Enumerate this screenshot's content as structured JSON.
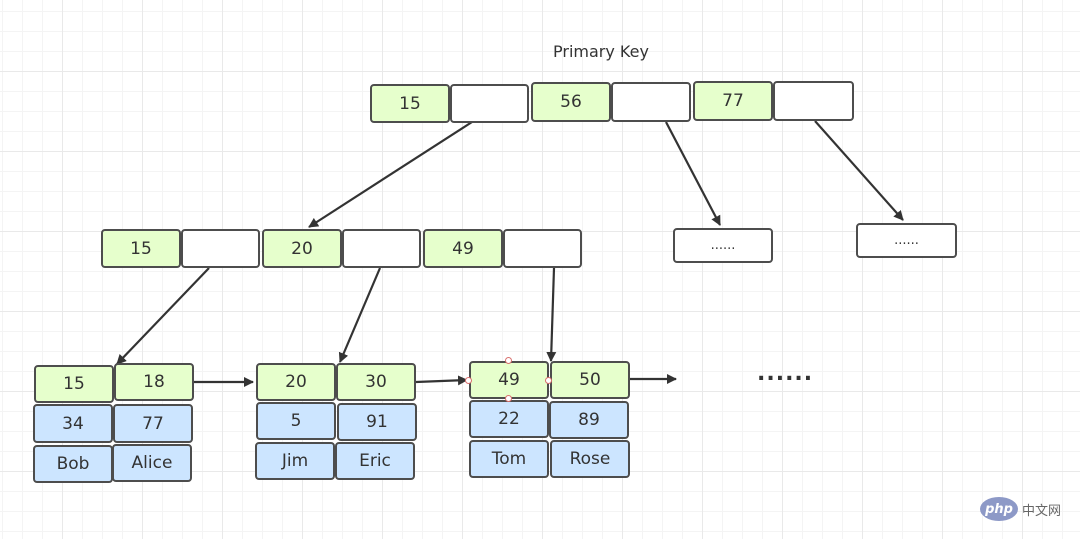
{
  "title": "Primary Key",
  "root": {
    "keys": [
      "15",
      "56",
      "77"
    ]
  },
  "internal": {
    "keys": [
      "15",
      "20",
      "49"
    ]
  },
  "placeholders": [
    "......",
    "......"
  ],
  "leaves": [
    {
      "keys": [
        "15",
        "18"
      ],
      "ids": [
        "34",
        "77"
      ],
      "names": [
        "Bob",
        "Alice"
      ]
    },
    {
      "keys": [
        "20",
        "30"
      ],
      "ids": [
        "5",
        "91"
      ],
      "names": [
        "Jim",
        "Eric"
      ]
    },
    {
      "keys": [
        "49",
        "50"
      ],
      "ids": [
        "22",
        "89"
      ],
      "names": [
        "Tom",
        "Rose"
      ]
    }
  ],
  "continuation": "......",
  "watermark": {
    "logo": "php",
    "text": "中文网"
  },
  "colors": {
    "key": "#e6ffcc",
    "pointer": "#ffffff",
    "data": "#cce5ff",
    "border": "#4d4d4d"
  }
}
